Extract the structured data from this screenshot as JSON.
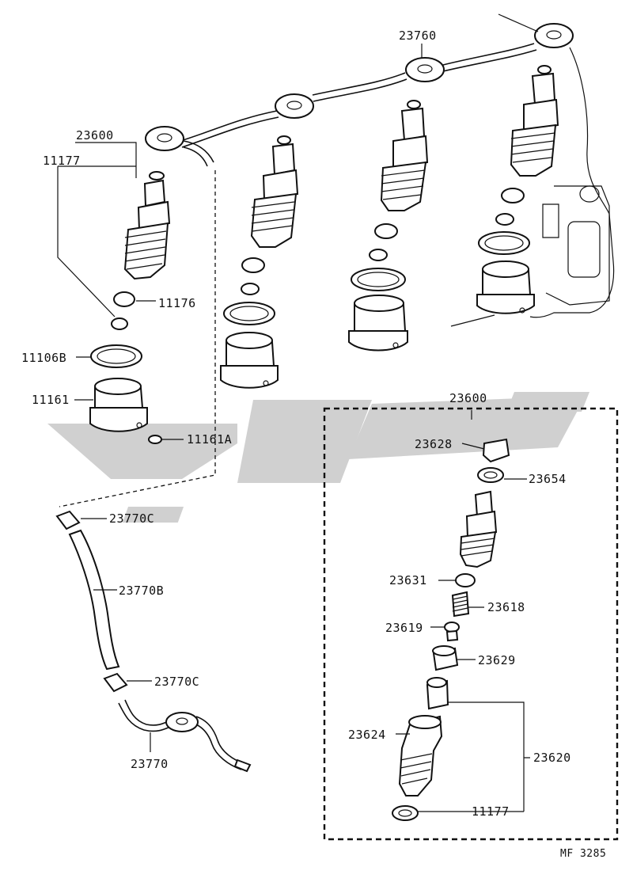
{
  "diagram": {
    "code": "MF  3285",
    "labels": {
      "l23760": "23760",
      "l23600_top": "23600",
      "l11177_top": "11177",
      "l11176": "11176",
      "l11106B": "11106B",
      "l11161": "11161",
      "l11161A": "11161A",
      "l23770C_top": "23770C",
      "l23770B": "23770B",
      "l23770C_bot": "23770C",
      "l23770": "23770",
      "l23600_box": "23600",
      "l23628": "23628",
      "l23654": "23654",
      "l23631": "23631",
      "l23618": "23618",
      "l23619": "23619",
      "l23629": "23629",
      "l23624": "23624",
      "l23620": "23620",
      "l11177_box": "11177"
    }
  }
}
